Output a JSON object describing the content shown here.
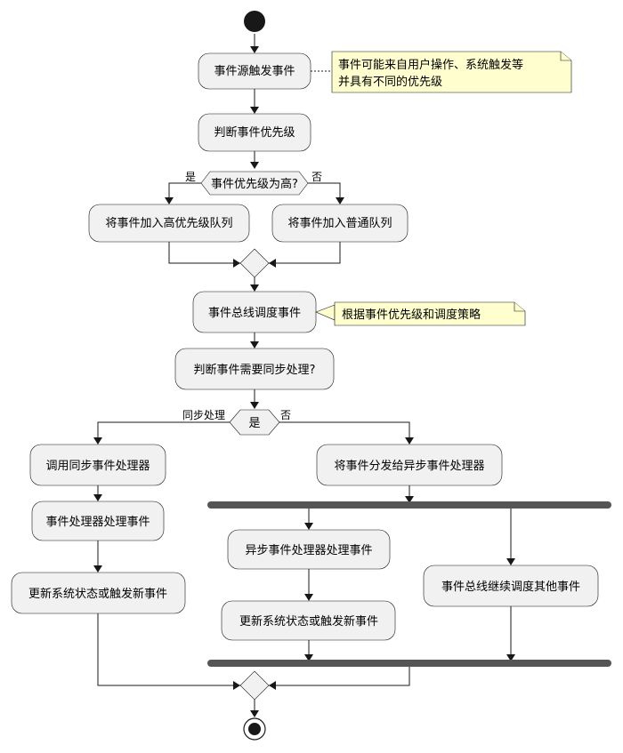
{
  "nodes": {
    "event_source": "事件源触发事件",
    "judge_priority": "判断事件优先级",
    "add_high_queue": "将事件加入高优先级队列",
    "add_normal_queue": "将事件加入普通队列",
    "bus_schedule": "事件总线调度事件",
    "judge_sync": "判断事件需要同步处理?",
    "call_sync_handler": "调用同步事件处理器",
    "sync_handle": "事件处理器处理事件",
    "sync_update": "更新系统状态或触发新事件",
    "dispatch_async": "将事件分发给异步事件处理器",
    "async_handle": "异步事件处理器处理事件",
    "async_update": "更新系统状态或触发新事件",
    "bus_continue": "事件总线继续调度其他事件"
  },
  "decisions": {
    "priority_high": {
      "label": "事件优先级为高?",
      "yes": "是",
      "no": "否"
    },
    "sync": {
      "label": "是",
      "yes": "同步处理",
      "no": "否"
    }
  },
  "notes": {
    "source_note_line1": "事件可能来自用户操作、系统触发等",
    "source_note_line2": "并具有不同的优先级",
    "schedule_note": "根据事件优先级和调度策略"
  }
}
